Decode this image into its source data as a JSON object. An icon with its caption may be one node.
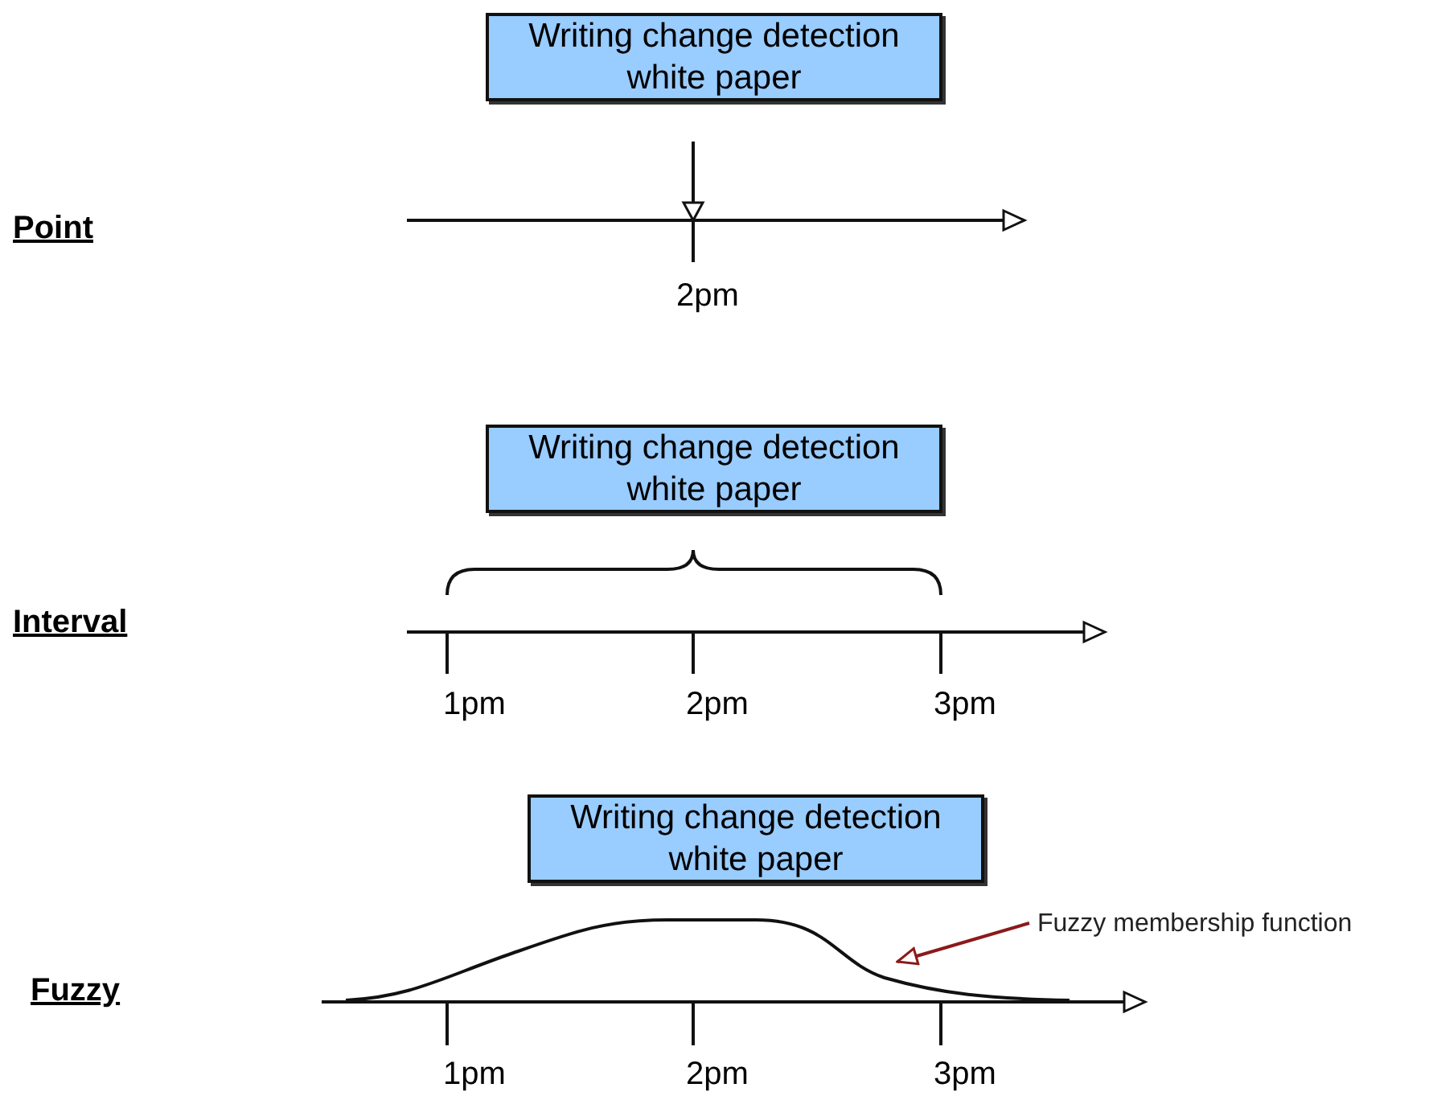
{
  "diagram": {
    "nodes": [
      {
        "text": [
          "Writing change detection white paper"
        ]
      },
      {
        "text": [
          "Writing change detection white paper"
        ]
      },
      {
        "text": [
          "Writing change detection white paper"
        ]
      },
      {
        "text": [
          "Fuzzy membership function"
        ]
      },
      {
        "text": [],
        "shape": "curve"
      }
    ],
    "edges": [
      {
        "from": 3,
        "to": 4,
        "arrow": "to",
        "color": "#8b1a1a"
      }
    ],
    "labels": [
      "Point",
      "2pm",
      "Interval",
      "1pm",
      "2pm",
      "3pm",
      "Fuzzy",
      "1pm",
      "2pm",
      "3pm"
    ]
  }
}
